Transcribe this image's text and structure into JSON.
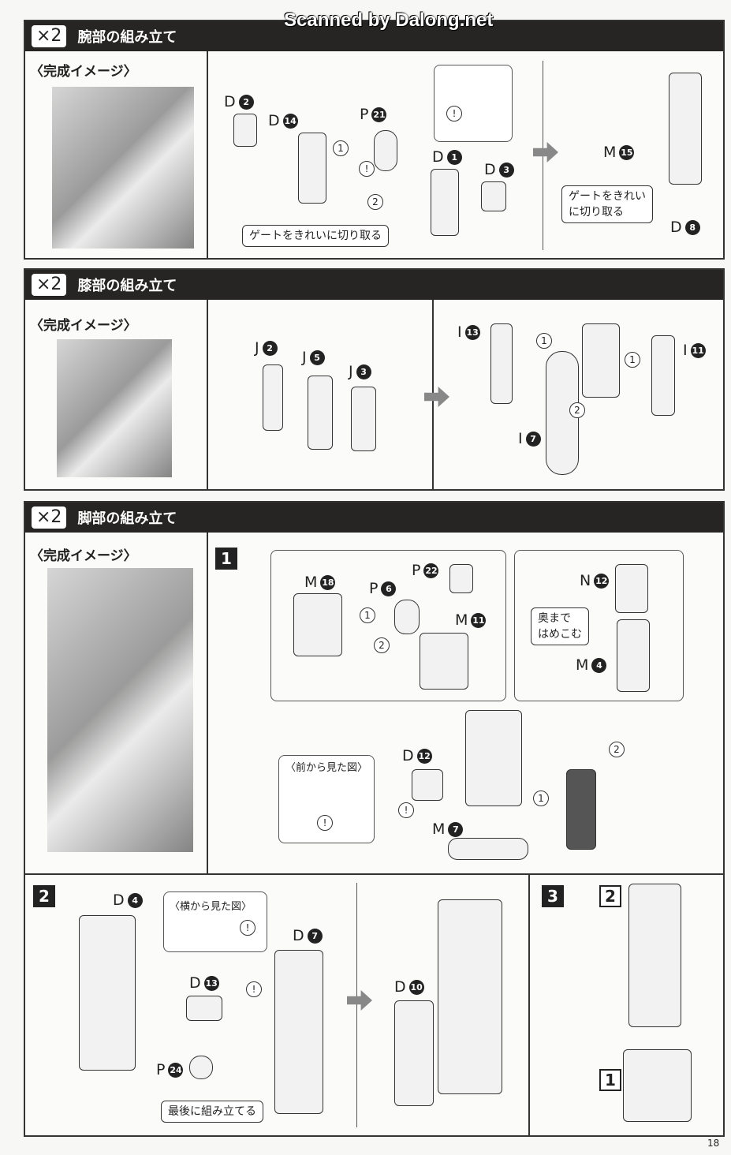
{
  "watermark": "Scanned by Dalong.net",
  "page_number": "18",
  "sections": [
    {
      "multiplier": "×2",
      "title": "腕部の組み立て",
      "image_caption": "〈完成イメージ〉"
    },
    {
      "multiplier": "×2",
      "title": "膝部の組み立て",
      "image_caption": "〈完成イメージ〉"
    },
    {
      "multiplier": "×2",
      "title": "脚部の組み立て",
      "image_caption": "〈完成イメージ〉"
    }
  ],
  "arm": {
    "parts": [
      [
        "D",
        "2"
      ],
      [
        "D",
        "14"
      ],
      [
        "P",
        "21"
      ],
      [
        "D",
        "1"
      ],
      [
        "D",
        "3"
      ],
      [
        "M",
        "15"
      ],
      [
        "D",
        "8"
      ]
    ],
    "callout_gate": "ゲートをきれいに切り取る",
    "callout_gate2": "ゲートをきれい\nに切り取る",
    "warn": "!",
    "o1": "1",
    "o2": "2"
  },
  "knee": {
    "parts": [
      [
        "J",
        "2"
      ],
      [
        "J",
        "5"
      ],
      [
        "J",
        "3"
      ],
      [
        "I",
        "13"
      ],
      [
        "I",
        "11"
      ],
      [
        "I",
        "7"
      ]
    ],
    "o1": "1",
    "o2": "2"
  },
  "leg": {
    "step1": "1",
    "parts": [
      [
        "M",
        "18"
      ],
      [
        "P",
        "6"
      ],
      [
        "P",
        "22"
      ],
      [
        "M",
        "11"
      ],
      [
        "N",
        "12"
      ],
      [
        "M",
        "4"
      ],
      [
        "D",
        "12"
      ],
      [
        "M",
        "7"
      ]
    ],
    "callout_push": "奥まで\nはめこむ",
    "front_view": "〈前から見た図〉",
    "o1": "1",
    "o2": "2",
    "warn": "!"
  },
  "step2": {
    "label": "2",
    "parts": [
      [
        "D",
        "4"
      ],
      [
        "D",
        "13"
      ],
      [
        "D",
        "7"
      ],
      [
        "P",
        "24"
      ],
      [
        "D",
        "10"
      ]
    ],
    "side_view": "〈横から見た図〉",
    "callout_last": "最後に組み立てる",
    "warn": "!"
  },
  "step3": {
    "label": "3",
    "sub_a": "2",
    "sub_b": "1"
  }
}
